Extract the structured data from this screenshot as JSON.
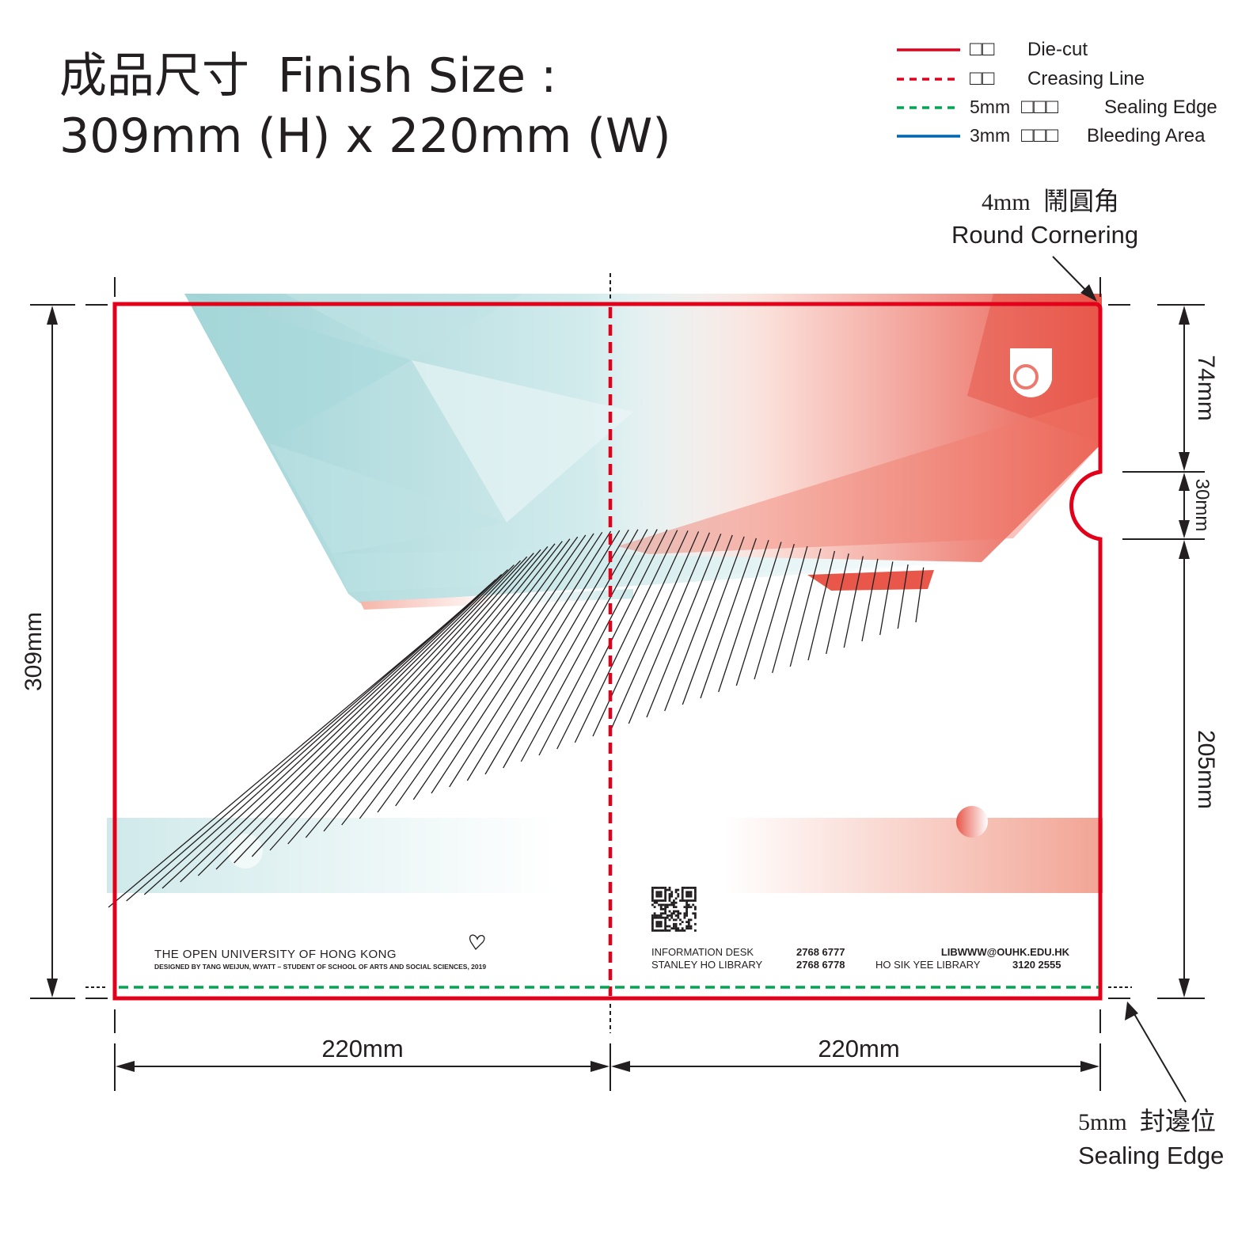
{
  "title": {
    "label_cn": "成品尺寸",
    "label_en": "Finish Size :",
    "size": "309mm (H) x 220mm (W)"
  },
  "legend": [
    {
      "prefix": "",
      "name_cn": "□□",
      "name_en": "Die-cut",
      "color": "#e2001a",
      "style": "solid"
    },
    {
      "prefix": "",
      "name_cn": "□□",
      "name_en": "Creasing Line",
      "color": "#e2001a",
      "style": "dashed"
    },
    {
      "prefix": "5mm",
      "name_cn": "□□□",
      "name_en": "Sealing Edge",
      "color": "#00a651",
      "style": "dashed"
    },
    {
      "prefix": "3mm",
      "name_cn": "□□□",
      "name_en": "Bleeding Area",
      "color": "#0066b3",
      "style": "solid"
    }
  ],
  "callouts": {
    "corner": {
      "size": "4mm",
      "label_cn": "鬧圓角",
      "label_en": "Round Cornering"
    },
    "sealing": {
      "size": "5mm",
      "label_cn": "封邊位",
      "label_en": "Sealing Edge"
    }
  },
  "dimensions": {
    "height": "309mm",
    "top_section": "74mm",
    "notch": "30mm",
    "bottom_section": "205mm",
    "width_left": "220mm",
    "width_right": "220mm"
  },
  "folder": {
    "university": "THE OPEN UNIVERSITY OF HONG KONG",
    "credit": "DESIGNED BY TANG WEIJUN, WYATT – STUDENT OF SCHOOL OF ARTS AND SOCIAL SCIENCES, 2019",
    "contacts_left": [
      {
        "name": "INFORMATION DESK",
        "phone": "2768 6777"
      },
      {
        "name": "STANLEY HO LIBRARY",
        "phone": "2768 6778"
      }
    ],
    "email": "LIBWWW@OUHK.EDU.HK",
    "contact_right": {
      "name": "HO SIK YEE LIBRARY",
      "phone": "3120 2555"
    }
  },
  "colors": {
    "die_cut": "#e2001a",
    "sealing": "#00a651",
    "teal": "#9fd3d6",
    "coral": "#e8574a",
    "ink": "#231f20"
  }
}
